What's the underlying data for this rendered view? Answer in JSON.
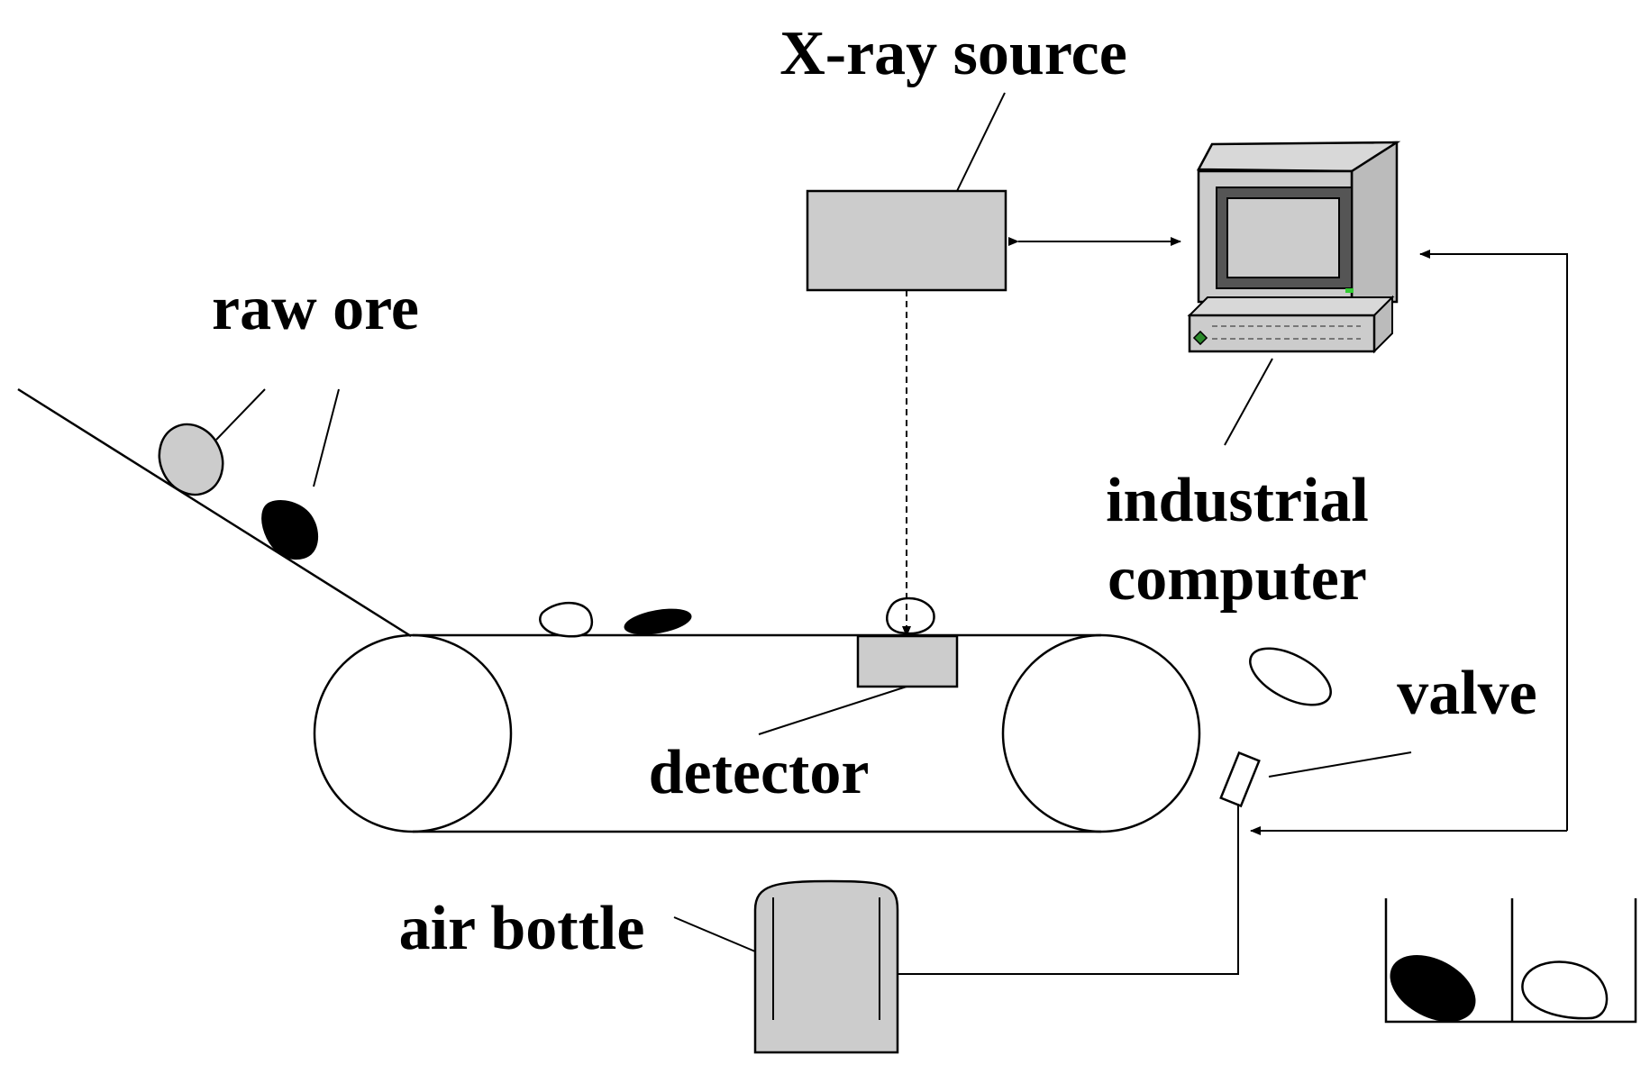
{
  "labels": {
    "xray_source": "X-ray source",
    "raw_ore": "raw ore",
    "industrial_line1": "industrial",
    "industrial_line2": "computer",
    "detector": "detector",
    "valve": "valve",
    "air_bottle": "air bottle"
  },
  "colors": {
    "line": "#000000",
    "component_fill": "#cccccc",
    "screen_fill": "#cccccc",
    "indicator_green": "#33cc33",
    "background": "#ffffff"
  },
  "icons": {
    "computer": "computer-icon",
    "ore_light": "light-ore-icon",
    "ore_dark": "dark-ore-icon"
  }
}
